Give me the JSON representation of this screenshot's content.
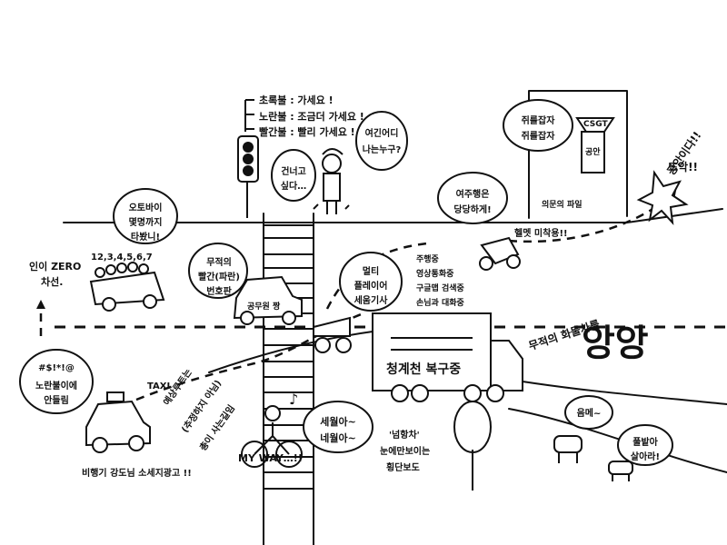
{
  "traffic_light_legend": {
    "green": "초록불 : 가세요 !",
    "yellow": "노란불 : 조금더 가세요 !",
    "red": "빨간불 : 빨리 가세요 !"
  },
  "pedestrian": {
    "thought_1": "여긴어디",
    "thought_2": "나는누구?",
    "speech_1": "건너고",
    "speech_2": "싶다…"
  },
  "top_right": {
    "wanted_1": "쥐를잡자",
    "wanted_2": "쥐를잡자",
    "sign_label": "CSGT",
    "box_label": "공안",
    "caption": "의문의 파일",
    "exclaim": "공안이다!!",
    "exclaim_2": "뜨악!!"
  },
  "scooter": {
    "speech_1": "여주행은",
    "speech_2": "당당하게!",
    "caption": "헬멧 미착용!!"
  },
  "left_side": {
    "bubble_1": "오토바이",
    "bubble_2": "몇명까지",
    "bubble_3": "타봤니!",
    "label_1": "인이 ZERO",
    "label_2": "차선.",
    "numbers": "12,3,4,5,6,7"
  },
  "car_center": {
    "bubble_1": "무적의",
    "bubble_2": "빨간(파란)",
    "bubble_3": "번호판",
    "plate": "공무원 짱"
  },
  "multiplayer": {
    "bubble_1": "멀티",
    "bubble_2": "플레이어",
    "bubble_3": "세움기사",
    "list": [
      "주행중",
      "영상통화중",
      "구글맵 검색중",
      "손님과 대화중"
    ]
  },
  "truck": {
    "label": "청계천 복구중",
    "banner": "무적의 화물차를",
    "sound": "앙앙"
  },
  "taxi": {
    "bubble_1": "#$!*!@",
    "bubble_2": "노란불이에",
    "bubble_3": "안들림",
    "sign": "TAXI",
    "side_1": "예상루트는",
    "side_2": "(추정하지 아님)",
    "side_3": "총이 사는길임",
    "caption": "비행기 강도님 소세지광고 !!"
  },
  "cyclist": {
    "note": "♪",
    "bubble_1": "세월아~",
    "bubble_2": "네월아~",
    "caption": "MY WAY…!!"
  },
  "crosswalk_note": {
    "line_1": "'넘항차'",
    "line_2": "눈에만보이는",
    "line_3": "횡단보도"
  },
  "cows": {
    "bubble_1": "음메~",
    "bubble_2": "풀밭아",
    "bubble_3": "살아라!"
  }
}
